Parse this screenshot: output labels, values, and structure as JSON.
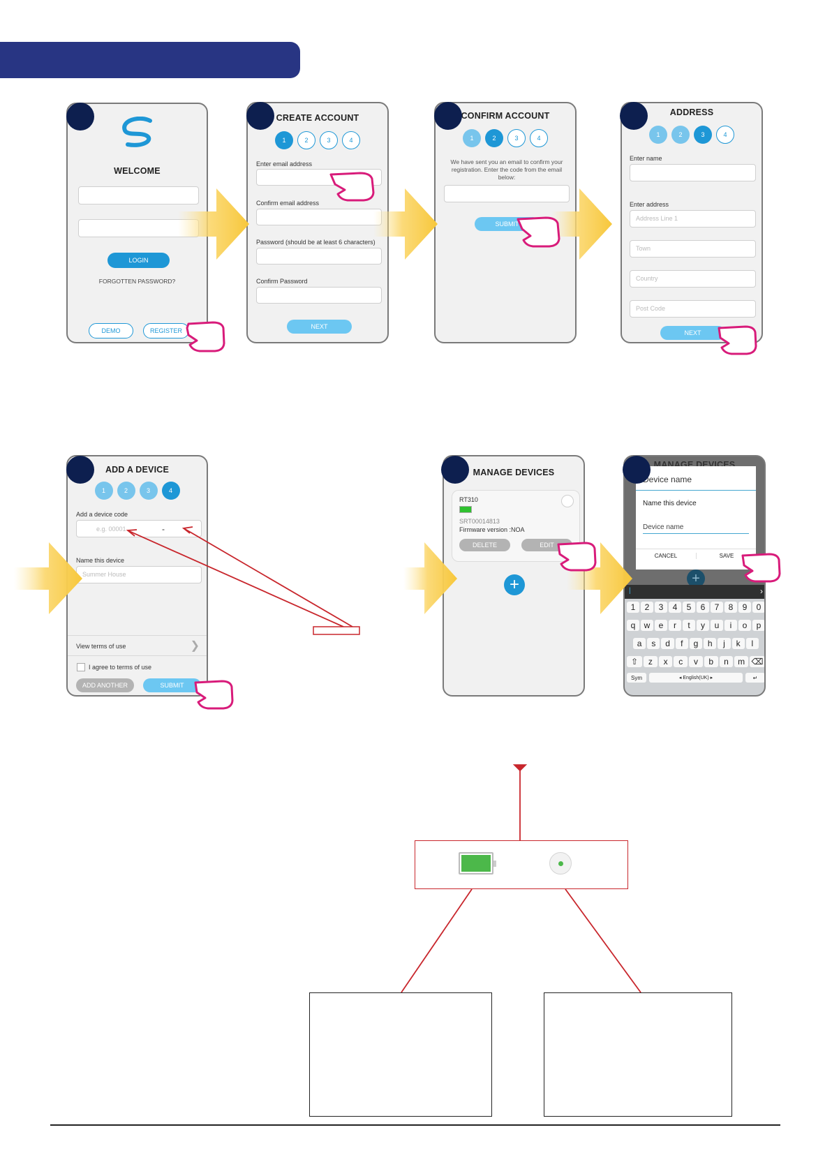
{
  "screens": {
    "welcome": {
      "title": "WELCOME",
      "login": "LOGIN",
      "forgot": "FORGOTTEN PASSWORD?",
      "demo": "DEMO",
      "register": "REGISTER"
    },
    "create": {
      "title": "CREATE ACCOUNT",
      "steps": [
        "1",
        "2",
        "3",
        "4"
      ],
      "email_label": "Enter email address",
      "confirm_email_label": "Confirm email address",
      "password_label": "Password (should be at least 6 characters)",
      "confirm_password_label": "Confirm Password",
      "next": "NEXT"
    },
    "confirm": {
      "title": "CONFIRM ACCOUNT",
      "steps": [
        "1",
        "2",
        "3",
        "4"
      ],
      "message": "We have sent you an email to confirm your registration. Enter the code from the email below:",
      "submit": "SUBMIT"
    },
    "address": {
      "title": "ADDRESS",
      "steps": [
        "1",
        "2",
        "3",
        "4"
      ],
      "name_label": "Enter name",
      "address_label": "Enter address",
      "line1_ph": "Address Line 1",
      "town_ph": "Town",
      "country_ph": "Country",
      "postcode_ph": "Post Code",
      "next": "NEXT"
    },
    "add_device": {
      "title": "ADD A DEVICE",
      "steps": [
        "1",
        "2",
        "3",
        "4"
      ],
      "code_label": "Add a device code",
      "code_ph": "e.g. 00001",
      "code_dash": "-",
      "name_label": "Name this device",
      "name_ph": "Summer House",
      "terms": "View terms of use",
      "agree": "I agree to terms of use",
      "add_another": "ADD ANOTHER",
      "submit": "SUBMIT"
    },
    "manage": {
      "title": "MANAGE DEVICES",
      "device_name": "RT310",
      "serial": "SRT00014813",
      "firmware": "Firmware version :NOA",
      "delete": "DELETE",
      "edit": "EDIT"
    },
    "rename": {
      "title": "MANAGE DEVICES",
      "dialog_title": "Device name",
      "dialog_sub": "Name this device",
      "input_value": "Device name",
      "cancel": "CANCEL",
      "save": "SAVE",
      "keyboard": {
        "row0": [
          "1",
          "2",
          "3",
          "4",
          "5",
          "6",
          "7",
          "8",
          "9",
          "0"
        ],
        "row1": [
          "q",
          "w",
          "e",
          "r",
          "t",
          "y",
          "u",
          "i",
          "o",
          "p"
        ],
        "row2": [
          "a",
          "s",
          "d",
          "f",
          "g",
          "h",
          "j",
          "k",
          "l"
        ],
        "row3": [
          "z",
          "x",
          "c",
          "v",
          "b",
          "n",
          "m"
        ],
        "sym": "Sym",
        "lang": "◂ English(UK) ▸"
      }
    }
  },
  "colors": {
    "banner": "#283583",
    "accent": "#1e97d6",
    "annotation": "#c8262c",
    "arrow": "#f9cf4a",
    "battery": "#4cb84a"
  }
}
